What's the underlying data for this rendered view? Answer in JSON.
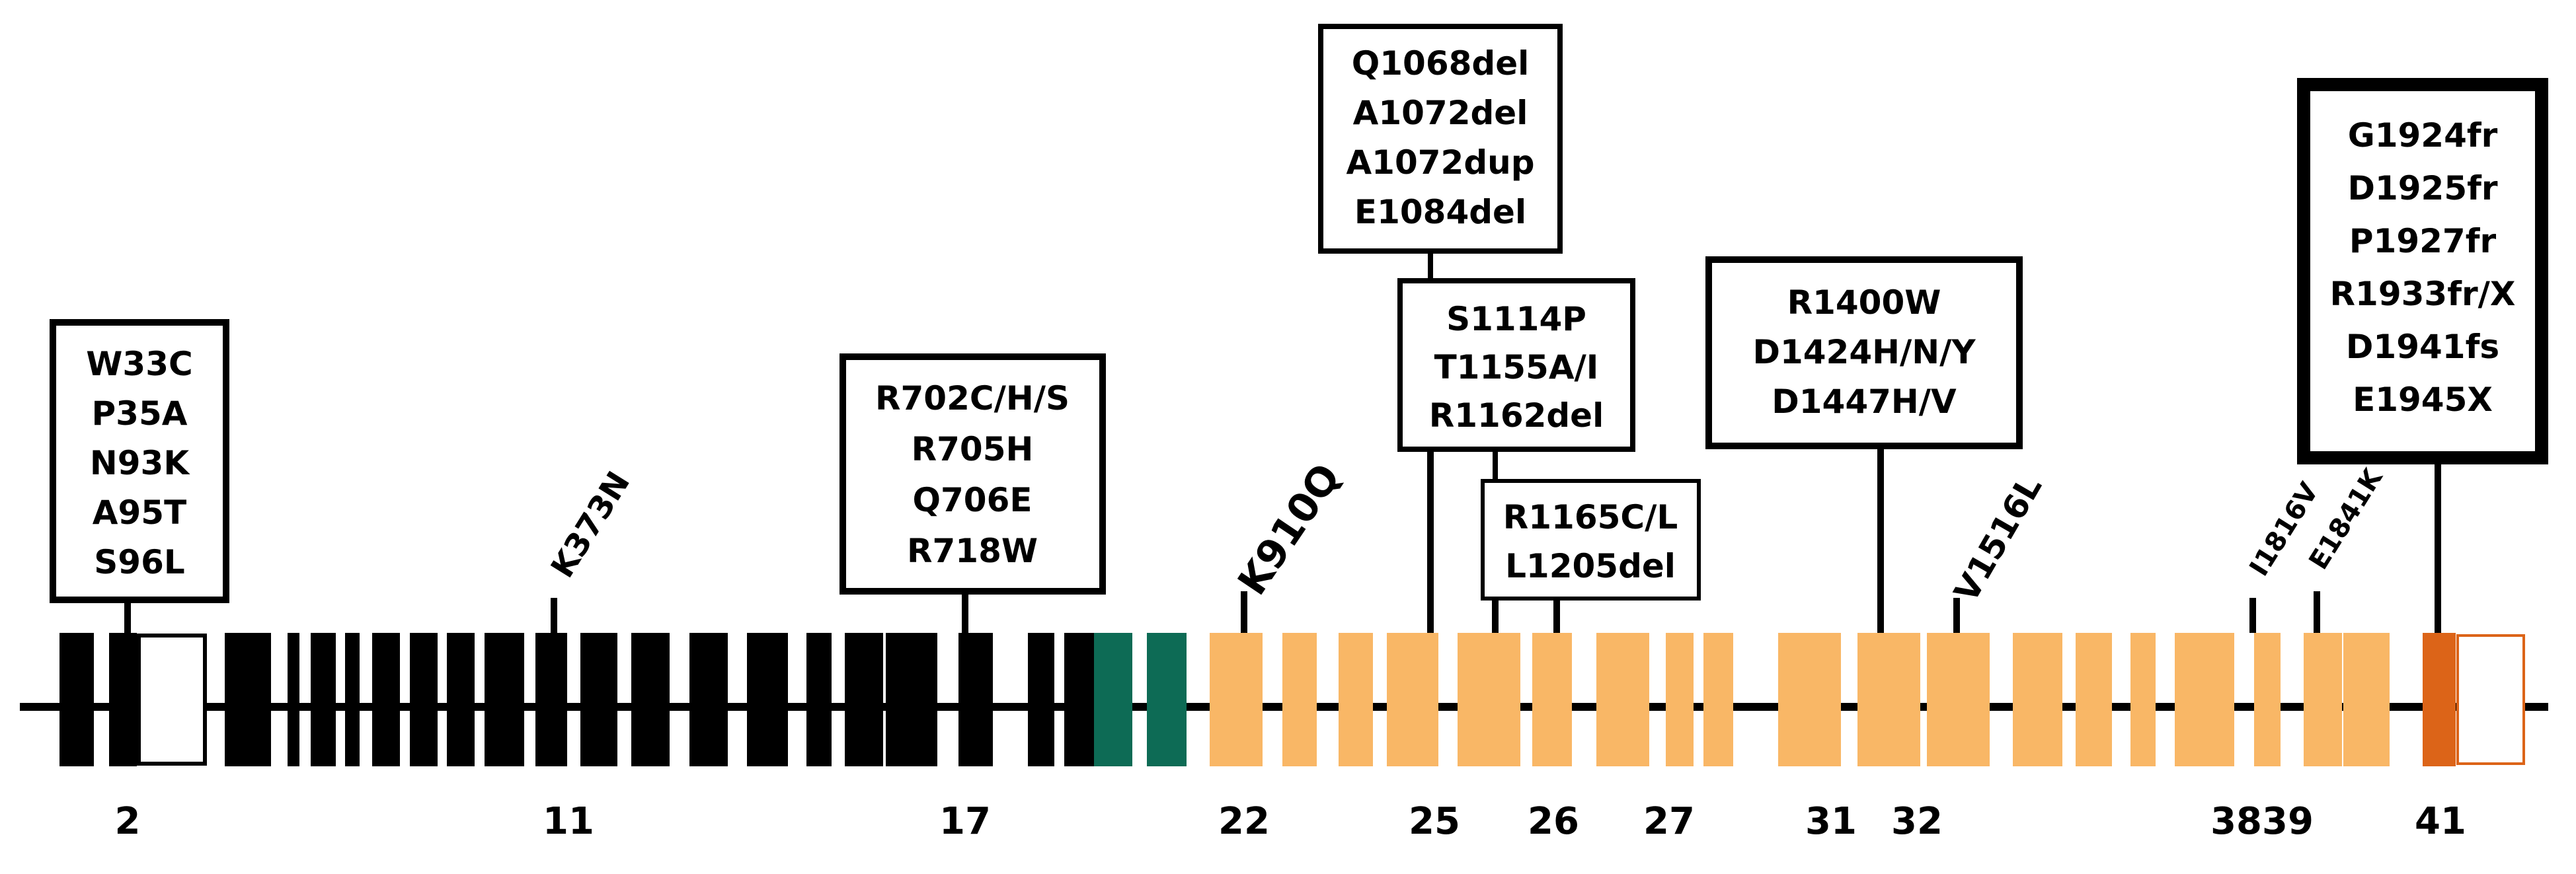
{
  "colors": {
    "black_exon": "#000000",
    "green_exon": "#0d6b55",
    "orange_exon": "#f9b766",
    "dark_orange_exon": "#dc6418",
    "utr_outline": "#000000",
    "utr_outline_right": "#dc6418"
  },
  "exon_labels": [
    "2",
    "11",
    "17",
    "22",
    "25",
    "26",
    "27",
    "31",
    "32",
    "3839",
    "41"
  ],
  "single_mutations": [
    "K373N",
    "K910Q",
    "V1516L",
    "I1816V",
    "E1841K"
  ],
  "mutation_boxes": [
    {
      "lines": [
        "W33C",
        "P35A",
        "N93K",
        "A95T",
        "S96L"
      ]
    },
    {
      "lines": [
        "R702C/H/S",
        "R705H",
        "Q706E",
        "R718W"
      ]
    },
    {
      "lines": [
        "Q1068del",
        "A1072del",
        "A1072dup",
        "E1084del"
      ]
    },
    {
      "lines": [
        "S1114P",
        "T1155A/I",
        "R1162del"
      ]
    },
    {
      "lines": [
        "R1165C/L",
        "L1205del"
      ]
    },
    {
      "lines": [
        "R1400W",
        "D1424H/N/Y",
        "D1447H/V"
      ]
    },
    {
      "lines": [
        "G1924fr",
        "D1925fr",
        "P1927fr",
        "R1933fr/X",
        "D1941fs",
        "E1945X"
      ]
    }
  ]
}
